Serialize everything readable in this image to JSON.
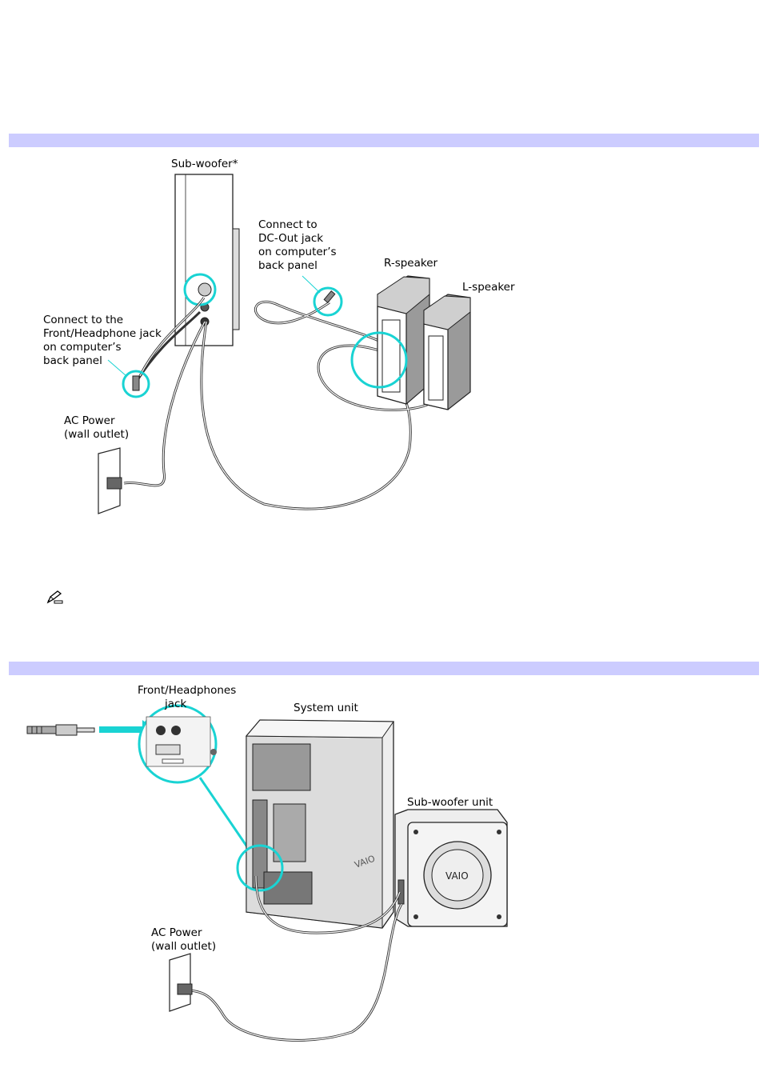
{
  "figure1": {
    "subwoofer": "Sub-woofer*",
    "dc_out_note": [
      "Connect to",
      "DC-Out jack",
      "on computer’s",
      "back panel"
    ],
    "r_speaker": "R-speaker",
    "l_speaker": "L-speaker",
    "front_note": [
      "Connect to the",
      "Front/Headphone jack",
      "on computer’s",
      "back panel"
    ],
    "ac_power": [
      "AC Power",
      "(wall outlet)"
    ]
  },
  "figure2": {
    "front_jack": [
      "Front/Headphones",
      "jack"
    ],
    "system_unit": "System unit",
    "subwoofer_unit": "Sub-woofer unit",
    "ac_power": [
      "AC Power",
      "(wall outlet)"
    ],
    "brand_logo": "VAIO"
  },
  "icons": {
    "note": "pencil-note-icon"
  },
  "colors": {
    "band": "#ccccff",
    "highlight": "#19d3d3"
  }
}
